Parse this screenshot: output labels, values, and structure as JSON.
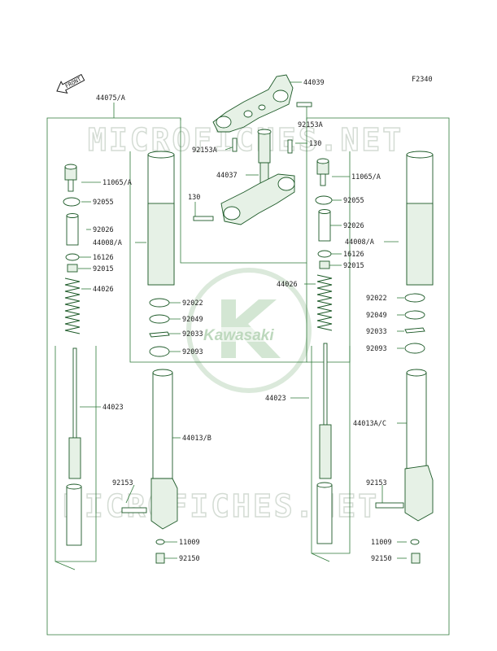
{
  "diagram_code": "F2340",
  "front_tag": "FRONT",
  "watermark_text": "MICROFICHES.NET",
  "brand_logo_text": "Kawasaki",
  "colors": {
    "line": "#2f7a3a",
    "part": "#1d5a28",
    "watermark": "#d4dcd4",
    "text": "#1d1d1d"
  },
  "labels": {
    "l_44075": "44075/A",
    "l_44039": "44039",
    "l_92153A_1": "92153A",
    "l_92153A_2": "92153A",
    "l_130_1": "130",
    "l_130_2": "130",
    "l_44037": "44037",
    "l_11065_L": "11065/A",
    "l_92055_L": "92055",
    "l_92026_L": "92026",
    "l_44008_L": "44008/A",
    "l_16126_L": "16126",
    "l_92015_L": "92015",
    "l_44026_L": "44026",
    "l_92022_L": "92022",
    "l_92049_L": "92049",
    "l_92033_L": "92033",
    "l_92093_L": "92093",
    "l_44023_L": "44023",
    "l_44013_L": "44013/B",
    "l_92153_L": "92153",
    "l_11009_L": "11009",
    "l_92150_L": "92150",
    "l_11065_R": "11065/A",
    "l_92055_R": "92055",
    "l_92026_R": "92026",
    "l_44008_R": "44008/A",
    "l_16126_R": "16126",
    "l_92015_R": "92015",
    "l_44026_R": "44026",
    "l_92022_R": "92022",
    "l_92049_R": "92049",
    "l_92033_R": "92033",
    "l_92093_R": "92093",
    "l_44023_R": "44023",
    "l_44013_R": "44013A/C",
    "l_92153_R": "92153",
    "l_11009_R": "11009",
    "l_92150_R": "92150"
  }
}
